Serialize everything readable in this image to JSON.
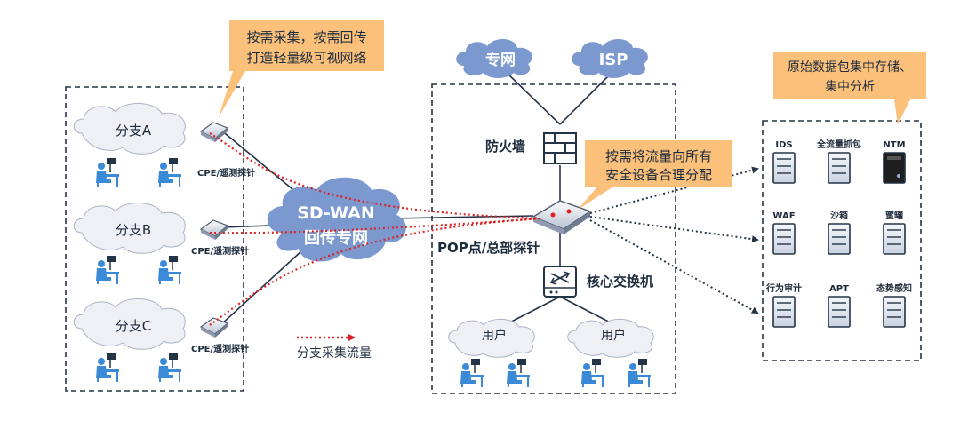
{
  "callouts": {
    "left": {
      "line1": "按需采集，按需回传",
      "line2": "打造轻量级可视网络"
    },
    "middle": {
      "line1": "按需将流量向所有",
      "line2": "安全设备合理分配"
    },
    "right": {
      "line1": "原始数据包集中存储、",
      "line2": "集中分析"
    }
  },
  "branches": [
    {
      "label": "分支A",
      "probe_label": "CPE/遥测探针"
    },
    {
      "label": "分支B",
      "probe_label": "CPE/遥测探针"
    },
    {
      "label": "分支C",
      "probe_label": "CPE/遥测探针"
    }
  ],
  "wan_cloud": {
    "line1": "SD-WAN",
    "line2": "回传专网"
  },
  "top_clouds": {
    "private_net": "专网",
    "isp": "ISP"
  },
  "firewall_label": "防火墙",
  "pop_label": "POP点/总部探针",
  "core_switch_label": "核心交换机",
  "user_clouds": [
    "用户",
    "用户"
  ],
  "legend": {
    "label": "分支采集流量"
  },
  "devices": [
    {
      "label": "IDS",
      "icon": "server-icon"
    },
    {
      "label": "全流量抓包",
      "icon": "server-icon"
    },
    {
      "label": "NTM",
      "icon": "server-dark-icon"
    },
    {
      "label": "WAF",
      "icon": "server-icon"
    },
    {
      "label": "沙箱",
      "icon": "server-icon"
    },
    {
      "label": "蜜罐",
      "icon": "server-icon"
    },
    {
      "label": "行为审计",
      "icon": "server-icon"
    },
    {
      "label": "APT",
      "icon": "server-icon"
    },
    {
      "label": "态势感知",
      "icon": "server-icon"
    }
  ],
  "colors": {
    "callout_fill": "#fbc07a",
    "cloud_fill": "#7b98cf",
    "branch_cloud_fill": "#eef0f6",
    "user_icon": "#3a8ad8",
    "flow_red": "#e02020",
    "line_dark": "#243447"
  }
}
